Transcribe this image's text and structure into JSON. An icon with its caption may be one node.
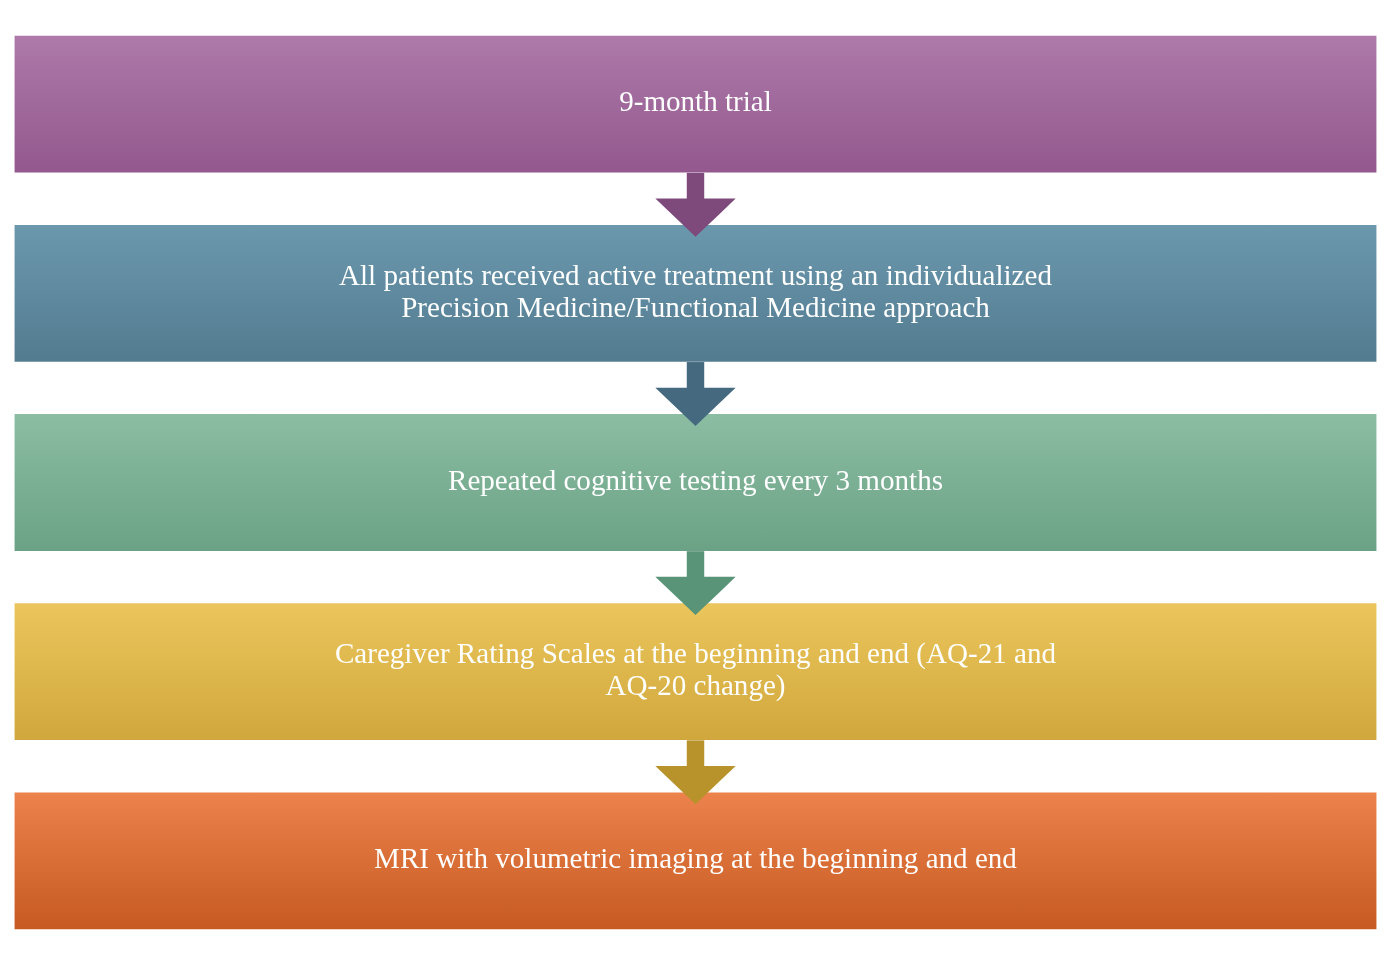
{
  "diagram": {
    "nodes": [
      {
        "text": [
          "9-month trial"
        ]
      },
      {
        "text": [
          "All patients received active treatment using an individualized Precision Medicine/Functional Medicine approach"
        ]
      },
      {
        "text": [
          "Repeated cognitive testing every 3 months"
        ]
      },
      {
        "text": [
          "Caregiver Rating Scales at the beginning and end (AQ-21 and AQ-20 change)"
        ]
      },
      {
        "text": [
          "MRI with volumetric imaging at the beginning and end"
        ]
      }
    ],
    "edges": [
      {
        "from": 0,
        "to": 1,
        "arrow": "to",
        "color": "#7e4a7c"
      },
      {
        "from": 1,
        "to": 2,
        "arrow": "to",
        "color": "#456a80"
      },
      {
        "from": 2,
        "to": 3,
        "arrow": "to",
        "color": "#5a9478"
      },
      {
        "from": 3,
        "to": 4,
        "arrow": "to",
        "color": "#b8922a"
      }
    ]
  }
}
